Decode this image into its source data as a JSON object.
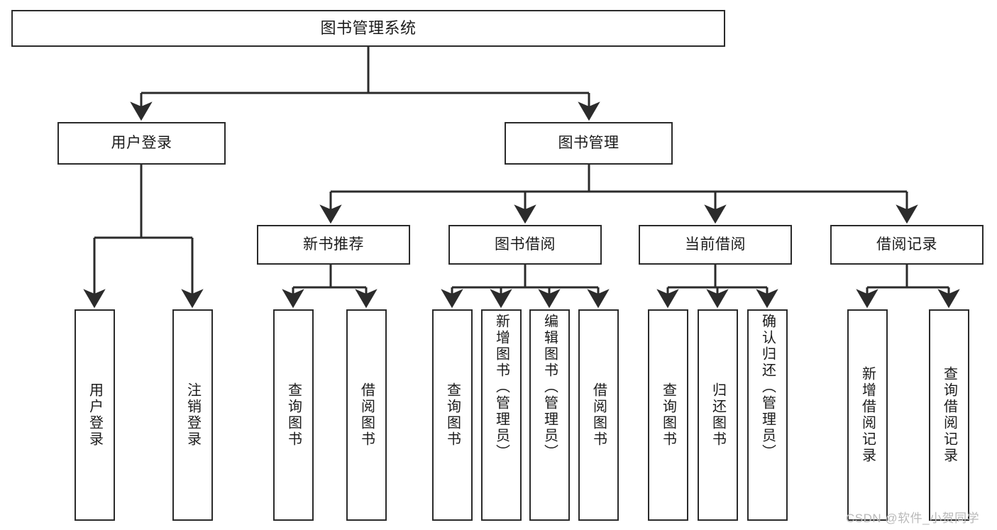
{
  "diagram": {
    "title": "图书管理系统",
    "type": "tree-hierarchy-functional-structure",
    "watermark": "CSDN @软件_小贺同学",
    "colors": {
      "box_border": "#2b2b2b",
      "box_fill": "#ffffff",
      "edge": "#2b2b2b",
      "text": "#1b1b1b",
      "watermark": "#b9b9b9",
      "background": "#ffffff"
    },
    "levels": {
      "root": "图书管理系统",
      "level2": [
        "用户登录",
        "图书管理"
      ],
      "level3": [
        "新书推荐",
        "图书借阅",
        "当前借阅",
        "借阅记录"
      ]
    }
  },
  "nodes": {
    "root": {
      "label": "图书管理系统"
    },
    "user_login": {
      "label": "用户登录"
    },
    "book_manage": {
      "label": "图书管理"
    },
    "new_book_rec": {
      "label": "新书推荐"
    },
    "book_borrow": {
      "label": "图书借阅"
    },
    "current_borrow": {
      "label": "当前借阅"
    },
    "borrow_record": {
      "label": "借阅记录"
    },
    "leaf_user_login": {
      "label": "用户登录"
    },
    "leaf_user_logout": {
      "label": "注销登录"
    },
    "leaf_query_book_1": {
      "label": "查询图书"
    },
    "leaf_borrow_book_1": {
      "label": "借阅图书"
    },
    "leaf_query_book_2": {
      "label": "查询图书"
    },
    "leaf_add_book": {
      "label": "新增图书（管理员）"
    },
    "leaf_edit_book": {
      "label": "编辑图书（管理员）"
    },
    "leaf_borrow_book_2": {
      "label": "借阅图书"
    },
    "leaf_query_book_3": {
      "label": "查询图书"
    },
    "leaf_return_book": {
      "label": "归还图书"
    },
    "leaf_confirm_return": {
      "label": "确认归还（管理员）"
    },
    "leaf_add_record": {
      "label": "新增借阅记录"
    },
    "leaf_query_record": {
      "label": "查询借阅记录"
    }
  },
  "edges": [
    {
      "from": "root",
      "to": "user_login"
    },
    {
      "from": "root",
      "to": "book_manage"
    },
    {
      "from": "book_manage",
      "to": "new_book_rec"
    },
    {
      "from": "book_manage",
      "to": "book_borrow"
    },
    {
      "from": "book_manage",
      "to": "current_borrow"
    },
    {
      "from": "book_manage",
      "to": "borrow_record"
    },
    {
      "from": "user_login",
      "to": "leaf_user_login"
    },
    {
      "from": "user_login",
      "to": "leaf_user_logout"
    },
    {
      "from": "new_book_rec",
      "to": "leaf_query_book_1"
    },
    {
      "from": "new_book_rec",
      "to": "leaf_borrow_book_1"
    },
    {
      "from": "book_borrow",
      "to": "leaf_query_book_2"
    },
    {
      "from": "book_borrow",
      "to": "leaf_add_book"
    },
    {
      "from": "book_borrow",
      "to": "leaf_edit_book"
    },
    {
      "from": "book_borrow",
      "to": "leaf_borrow_book_2"
    },
    {
      "from": "current_borrow",
      "to": "leaf_query_book_3"
    },
    {
      "from": "current_borrow",
      "to": "leaf_return_book"
    },
    {
      "from": "current_borrow",
      "to": "leaf_confirm_return"
    },
    {
      "from": "borrow_record",
      "to": "leaf_add_record"
    },
    {
      "from": "borrow_record",
      "to": "leaf_query_record"
    }
  ]
}
